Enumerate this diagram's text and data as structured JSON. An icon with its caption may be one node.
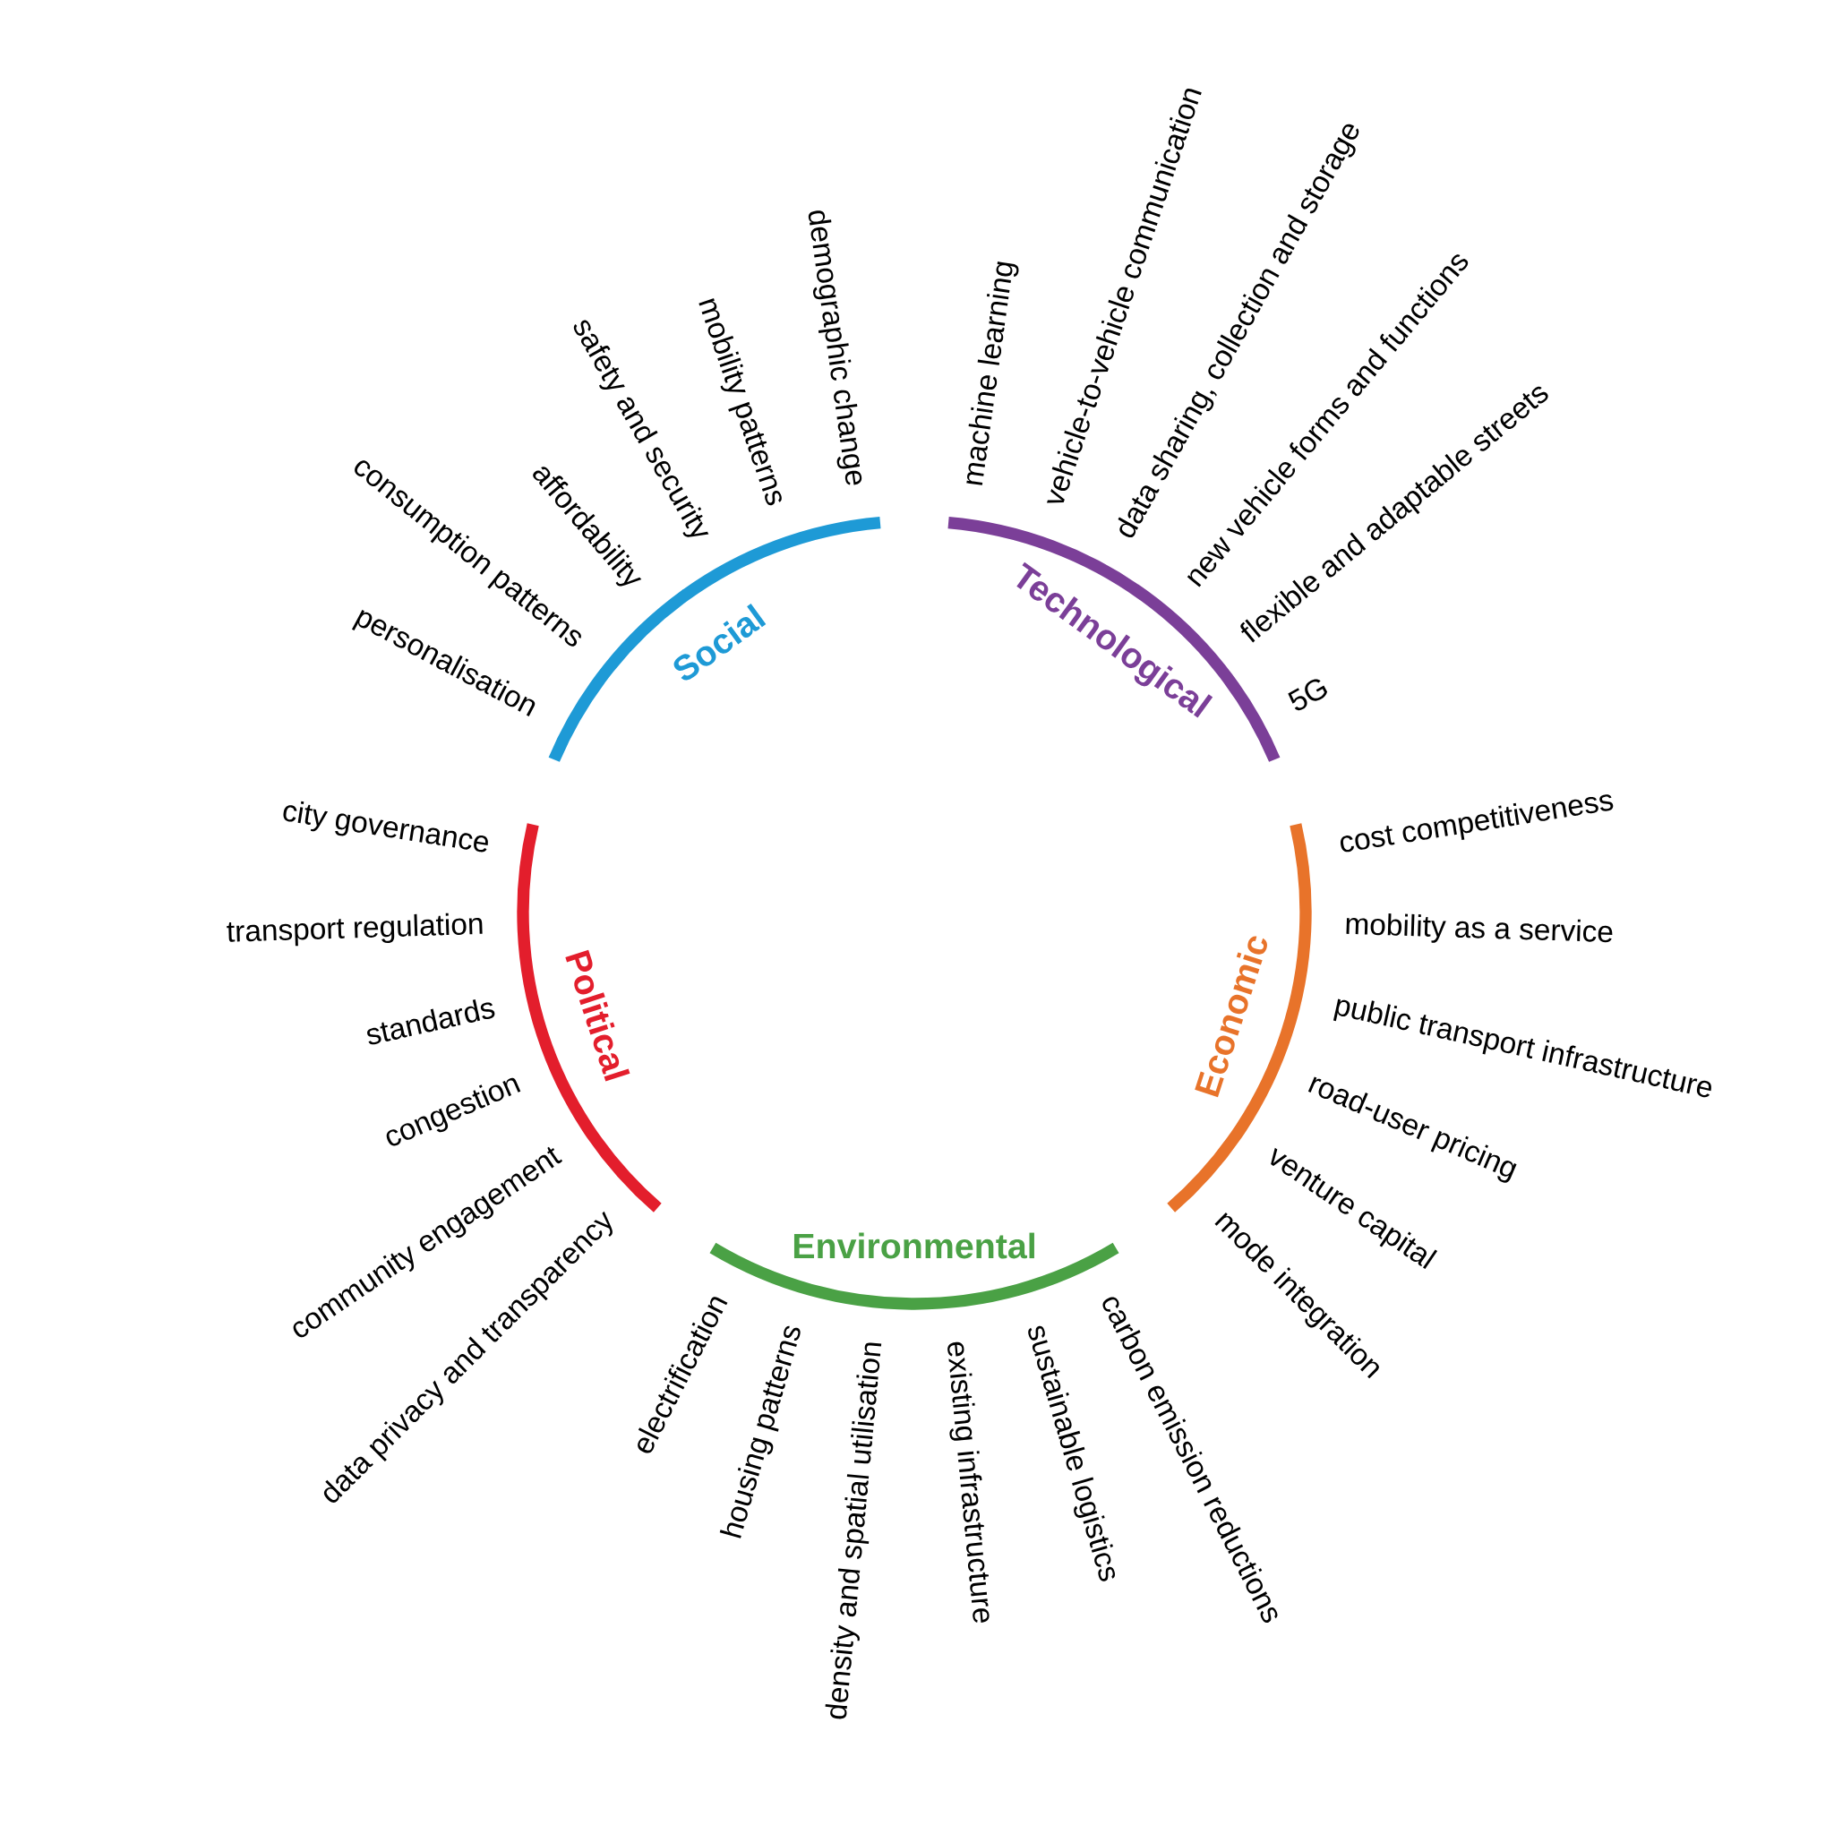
{
  "diagram": {
    "nodes": [
      {
        "text": [
          "Social"
        ],
        "beside": [
          "personalisation",
          "consumption patterns",
          "affordability",
          "safety and security",
          "mobility patterns",
          "demographic change"
        ]
      },
      {
        "text": [
          "Technological"
        ],
        "beside": [
          "machine learning",
          "vehicle-to-vehicle communication",
          "data sharing, collection and storage",
          "new vehicle forms and functions",
          "flexible and adaptable streets",
          "5G"
        ]
      },
      {
        "text": [
          "Political"
        ],
        "beside": [
          "city governance",
          "transport regulation",
          "standards",
          "congestion",
          "community engagement",
          "data privacy and transparency"
        ]
      },
      {
        "text": [
          "Economic"
        ],
        "beside": [
          "cost competitiveness",
          "mobility as a service",
          "public transport infrastructure",
          "road-user pricing",
          "venture capital",
          "mode integration"
        ]
      },
      {
        "text": [
          "Environmental"
        ],
        "beside": [
          "electrification",
          "housing patterns",
          "density and spatial utilisation",
          "existing infrastructure",
          "sustainable logistics",
          "carbon emission reductions"
        ]
      }
    ]
  }
}
